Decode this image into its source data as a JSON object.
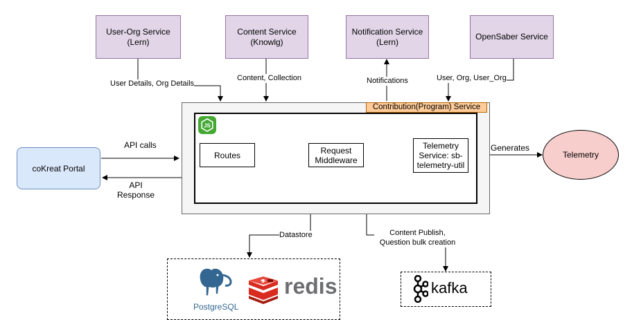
{
  "services": {
    "user_org": {
      "name": "User-Org Service",
      "sub": "(Lern)"
    },
    "content": {
      "name": "Content Service",
      "sub": "(Knowlg)"
    },
    "notification": {
      "name": "Notification Service",
      "sub": "(Lern)"
    },
    "opensaber": {
      "name": "OpenSaber Service"
    }
  },
  "edges": {
    "user_details": "User Details, Org Details",
    "content_collection": "Content, Collection",
    "notifications": "Notifications",
    "user_org": "User, Org, User_Org",
    "api_calls": "API calls",
    "api_response_1": "API",
    "api_response_2": "Response",
    "generates": "Generates",
    "datastore": "Datastore",
    "publish_1": "Content Publish,",
    "publish_2": "Question bulk creation"
  },
  "main": {
    "title": "Contribution(Program) Service",
    "routes": "Routes",
    "middleware_1": "Request",
    "middleware_2": "Middleware",
    "telemetry_util_1": "Telemetry",
    "telemetry_util_2": "Service: sb-",
    "telemetry_util_3": "telemetry-util"
  },
  "portal": "coKreat Portal",
  "telemetry": "Telemetry",
  "datastores": {
    "postgres": "PostgreSQL",
    "redis": "redis"
  },
  "kafka": "kafka",
  "colors": {
    "service_fill": "#e1d5e7",
    "service_border": "#9673a6",
    "portal_fill": "#dae8fc",
    "portal_border": "#6c8ebf",
    "telemetry_fill": "#f8cecc",
    "title_fill": "#ffcc99",
    "container_fill": "#f5f5f5",
    "node_green": "#44a833",
    "postgres_blue": "#336791",
    "redis_red": "#d82c20"
  }
}
